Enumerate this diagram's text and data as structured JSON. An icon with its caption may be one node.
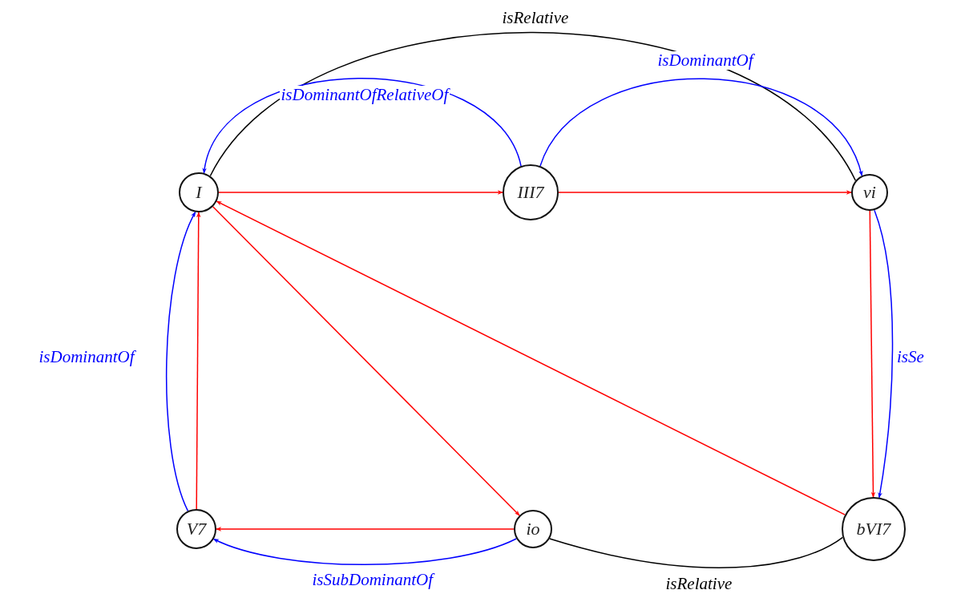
{
  "diagram": {
    "nodes": [
      {
        "text": [
          "I"
        ]
      },
      {
        "text": [
          "III7"
        ]
      },
      {
        "text": [
          "vi"
        ]
      },
      {
        "text": [
          "V7"
        ]
      },
      {
        "text": [
          "io"
        ]
      },
      {
        "text": [
          "bVI7"
        ]
      }
    ],
    "edges": [
      {
        "from": 0,
        "to": 1,
        "arrow": "to",
        "color": "#ff0000"
      },
      {
        "from": 1,
        "to": 2,
        "arrow": "to",
        "color": "#ff0000"
      },
      {
        "from": 2,
        "to": 5,
        "arrow": "to",
        "color": "#ff0000"
      },
      {
        "from": 5,
        "to": 0,
        "arrow": "to",
        "color": "#ff0000"
      },
      {
        "from": 0,
        "to": 4,
        "arrow": "to",
        "color": "#ff0000"
      },
      {
        "from": 4,
        "to": 3,
        "arrow": "to",
        "color": "#ff0000"
      },
      {
        "from": 3,
        "to": 0,
        "arrow": "to",
        "color": "#ff0000"
      },
      {
        "from": 0,
        "to": 2,
        "arrow": "none",
        "label": "isRelative",
        "color": "#000000"
      },
      {
        "from": 1,
        "to": 0,
        "arrow": "to",
        "label": "isDominantOfRelativeOf",
        "color": "#0000ff"
      },
      {
        "from": 1,
        "to": 2,
        "arrow": "to",
        "label": "isDominantOf",
        "color": "#0000ff"
      },
      {
        "from": 2,
        "to": 5,
        "arrow": "to",
        "label": "isSe",
        "color": "#0000ff"
      },
      {
        "from": 3,
        "to": 0,
        "arrow": "to",
        "label": "isDominantOf",
        "color": "#0000ff"
      },
      {
        "from": 4,
        "to": 3,
        "arrow": "to",
        "label": "isSubDominantOf",
        "color": "#0000ff"
      },
      {
        "from": 4,
        "to": 5,
        "arrow": "none",
        "label": "isRelative",
        "color": "#000000"
      }
    ]
  }
}
